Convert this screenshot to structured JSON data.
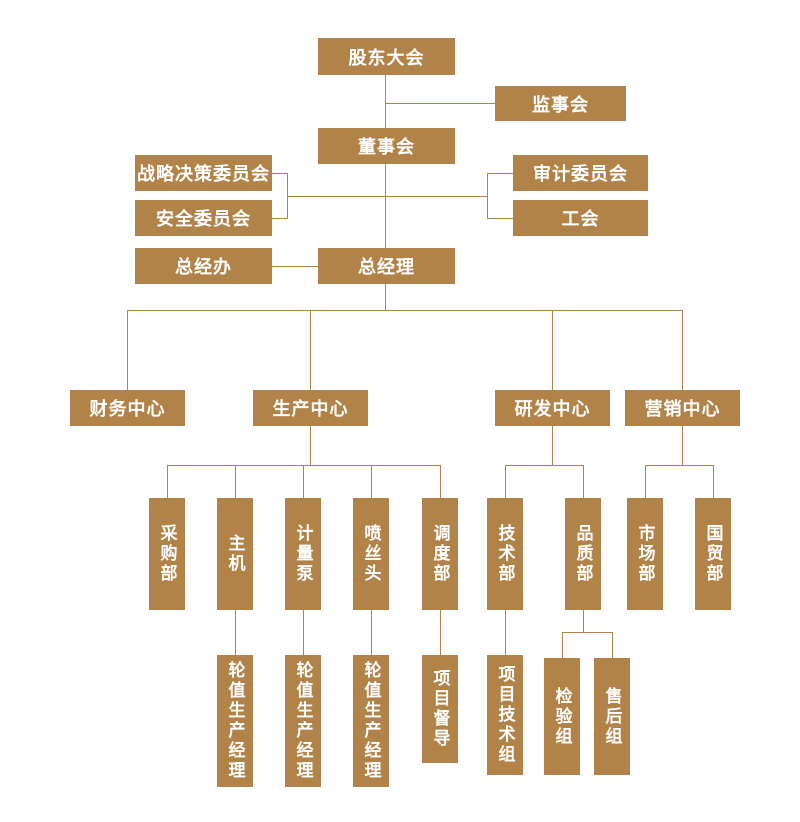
{
  "org_chart": {
    "colors": {
      "box": "#b28348",
      "box_text": "#ffffff",
      "line": "#b28348",
      "background": "#ffffff"
    },
    "nodes": {
      "shareholders": "股东大会",
      "supervisory": "监事会",
      "board": "董事会",
      "strategy_committee": "战略决策委员会",
      "safety_committee": "安全委员会",
      "audit_committee": "审计委员会",
      "labor_union": "工会",
      "gm_office": "总经办",
      "general_manager": "总经理",
      "finance_center": "财务中心",
      "production_center": "生产中心",
      "rd_center": "研发中心",
      "marketing_center": "营销中心",
      "purchasing": "采购部",
      "main_machine": "主机",
      "metering_pump": "计量泵",
      "spinneret": "喷丝头",
      "dispatch": "调度部",
      "technology": "技术部",
      "quality": "品质部",
      "market": "市场部",
      "intl_trade": "国贸部",
      "rotating_manager_1": "轮值生产经理",
      "rotating_manager_2": "轮值生产经理",
      "rotating_manager_3": "轮值生产经理",
      "project_supervision": "项目督导",
      "project_tech_group": "项目技术组",
      "inspection_group": "检验组",
      "aftersales_group": "售后组"
    },
    "edges": [
      [
        "shareholders",
        "board"
      ],
      [
        "shareholders",
        "supervisory"
      ],
      [
        "board",
        "strategy_committee"
      ],
      [
        "board",
        "safety_committee"
      ],
      [
        "board",
        "audit_committee"
      ],
      [
        "board",
        "labor_union"
      ],
      [
        "board",
        "general_manager"
      ],
      [
        "general_manager",
        "gm_office"
      ],
      [
        "general_manager",
        "finance_center"
      ],
      [
        "general_manager",
        "production_center"
      ],
      [
        "general_manager",
        "rd_center"
      ],
      [
        "general_manager",
        "marketing_center"
      ],
      [
        "production_center",
        "purchasing"
      ],
      [
        "production_center",
        "main_machine"
      ],
      [
        "production_center",
        "metering_pump"
      ],
      [
        "production_center",
        "spinneret"
      ],
      [
        "production_center",
        "dispatch"
      ],
      [
        "rd_center",
        "technology"
      ],
      [
        "rd_center",
        "quality"
      ],
      [
        "marketing_center",
        "market"
      ],
      [
        "marketing_center",
        "intl_trade"
      ],
      [
        "main_machine",
        "rotating_manager_1"
      ],
      [
        "metering_pump",
        "rotating_manager_2"
      ],
      [
        "spinneret",
        "rotating_manager_3"
      ],
      [
        "dispatch",
        "project_supervision"
      ],
      [
        "technology",
        "project_tech_group"
      ],
      [
        "quality",
        "inspection_group"
      ],
      [
        "quality",
        "aftersales_group"
      ]
    ]
  }
}
